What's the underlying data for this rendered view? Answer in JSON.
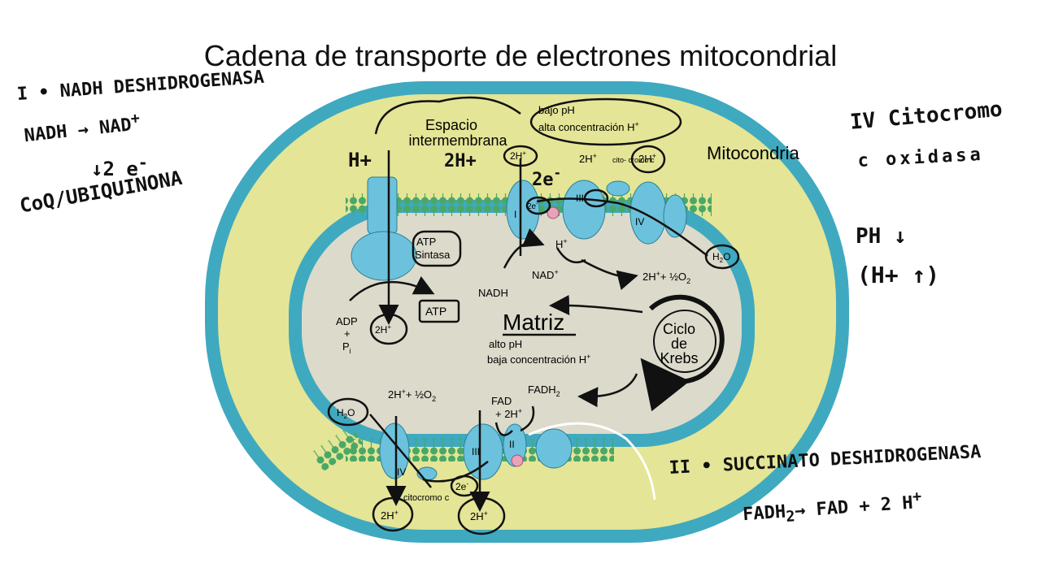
{
  "title": "Cadena de transporte de electrones mitocondrial",
  "colors": {
    "outer_membrane": "#3fa9c0",
    "intermembrane": "#e4e596",
    "matrix": "#dcdacb",
    "protein": "#6cc2dc",
    "lipid_head": "#4aa867",
    "ink": "#111111",
    "coq": "#e8a3b8"
  },
  "labels": {
    "espacio_line1": "Espacio",
    "espacio_line2": "intermembrana",
    "bajo_ph": "bajo pH",
    "alta_concentracion": "alta concentración H",
    "mitocondria": "Mitocondria",
    "matriz": "Matriz",
    "alto_ph": "alto pH",
    "baja_concentracion": "baja concentración H",
    "ciclo": "Ciclo",
    "de": "de",
    "krebs": "Krebs",
    "atp_sintasa_line1": "ATP",
    "atp_sintasa_line2": "Sintasa",
    "atp": "ATP",
    "adp": "ADP",
    "plus": "+",
    "pi": "P",
    "pi_sub": "i",
    "two_h_plus": "2H",
    "h_plus": "H",
    "nad_plus": "NAD",
    "nadh": "NADH",
    "h2o": "H",
    "h2o_tail": "O",
    "two_h_half_o2_a": "2H",
    "half_o2_b": "+ ½O",
    "fad": "FAD",
    "fad_plus": "+ 2H",
    "fadh2": "FADH",
    "citocromo_c_top": "cito- cromo c",
    "citocromo_c_bottom": "citocromo c",
    "two_e_minus": "2e",
    "complex_I": "I",
    "complex_II": "II",
    "complex_III": "III",
    "complex_IV": "IV",
    "superscript_plus": "+",
    "superscript_minus": "-",
    "sub_2": "2",
    "hand_h_plus": "H+",
    "hand_2h_plus": "2H+",
    "hand_2e": "2e"
  },
  "notes": {
    "complex1_title": "I • NADH DESHIDROGENASA",
    "complex1_reaction": "NADH → NAD",
    "complex1_electrons": "↓2 e",
    "coq": "CoQ/UBIQUINONA",
    "complex4_line1": "IV Citocromo",
    "complex4_line2": "c oxidasa",
    "ph_line1": "PH ↓",
    "ph_line2": "(H+ ↑)",
    "complex2_title": "II • SUCCINATO DESHIDROGENASA",
    "complex2_reaction": "FADH",
    "complex2_reaction_tail": "→ FAD + 2 H"
  }
}
